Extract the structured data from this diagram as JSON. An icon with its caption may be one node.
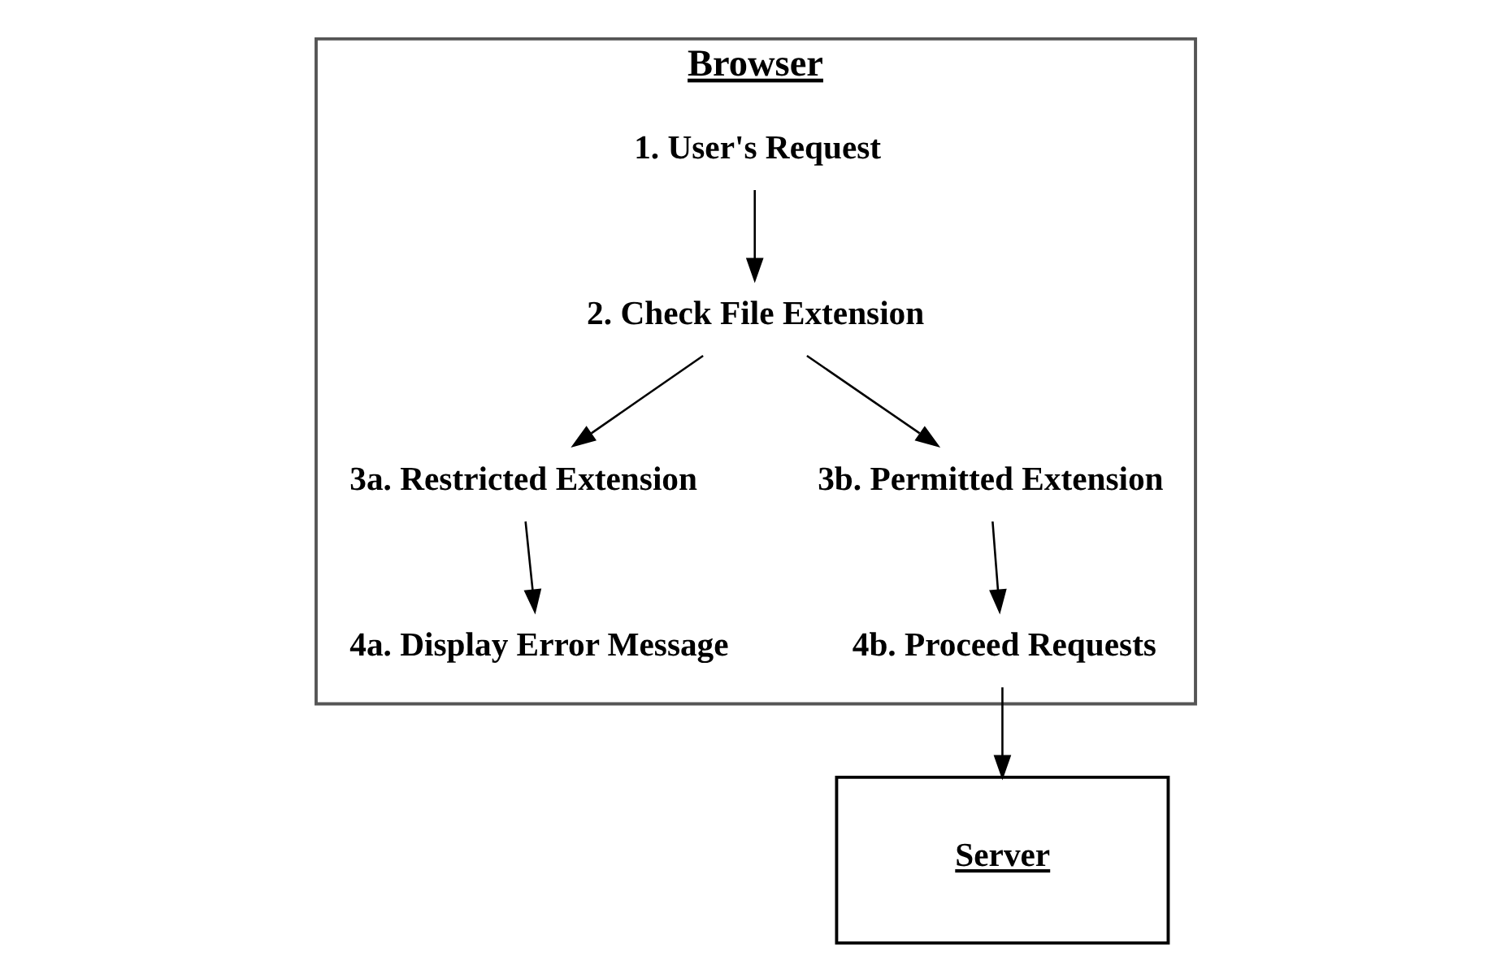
{
  "diagram": {
    "nodes": [
      {
        "text": [
          "Browser"
        ]
      },
      {
        "text": [
          "1. User's Request"
        ],
        "in": 0
      },
      {
        "text": [
          "2. Check File Extension"
        ],
        "in": 0
      },
      {
        "text": [
          "3a. Restricted Extension"
        ],
        "in": 0
      },
      {
        "text": [
          "3b. Permitted Extension"
        ],
        "in": 0
      },
      {
        "text": [
          "4a. Display Error Message"
        ],
        "in": 0
      },
      {
        "text": [
          "4b. Proceed Requests"
        ],
        "in": 0
      },
      {
        "text": [
          "Server"
        ]
      }
    ],
    "edges": [
      {
        "from": 1,
        "to": 2,
        "arrow": "to"
      },
      {
        "from": 2,
        "to": 3,
        "arrow": "to"
      },
      {
        "from": 2,
        "to": 4,
        "arrow": "to"
      },
      {
        "from": 3,
        "to": 5,
        "arrow": "to"
      },
      {
        "from": 4,
        "to": 6,
        "arrow": "to"
      },
      {
        "from": 6,
        "to": 7,
        "arrow": "to"
      }
    ]
  }
}
